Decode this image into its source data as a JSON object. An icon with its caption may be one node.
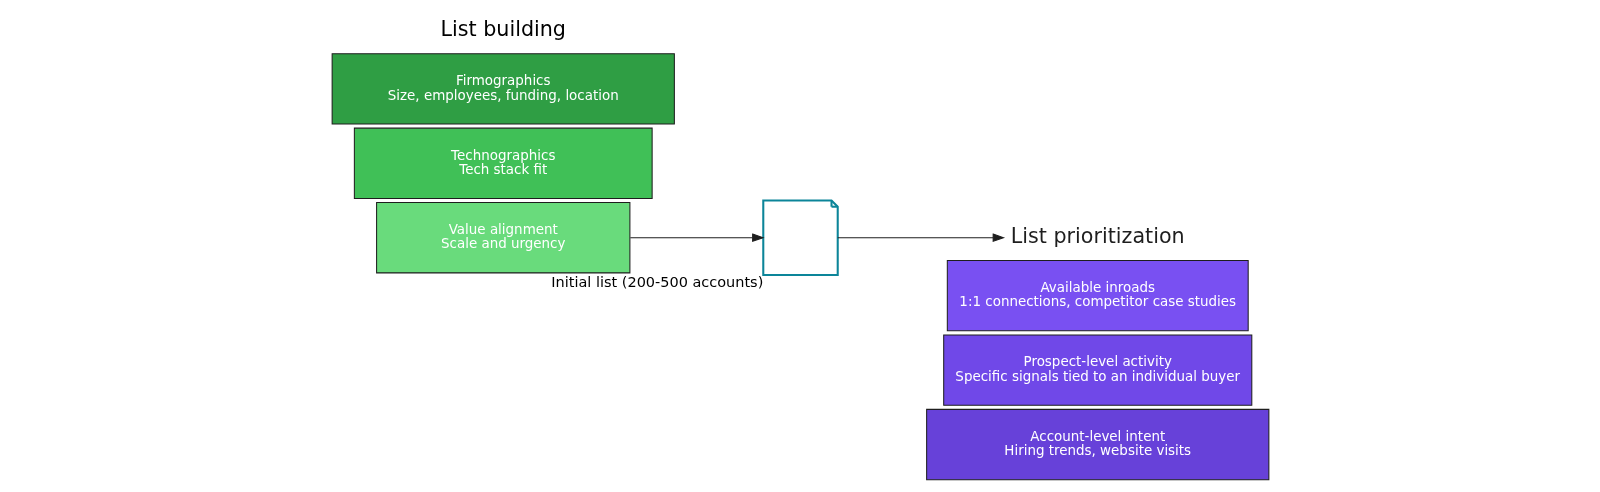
{
  "diagram": {
    "nodes": [
      {
        "text": [
          "Firmographics",
          "Size, employees, funding, location"
        ]
      },
      {
        "text": [
          "Technographics",
          "Tech stack fit"
        ]
      },
      {
        "text": [
          "Value alignment",
          "Scale and urgency"
        ]
      },
      {
        "text": [],
        "shape": "picture",
        "beside": [
          "Initial list (200-500 accounts)"
        ]
      },
      {
        "text": [
          "List prioritization"
        ]
      },
      {
        "text": [
          "Available inroads",
          "1:1 connections, competitor case studies"
        ]
      },
      {
        "text": [
          "Prospect-level activity",
          "Specific signals tied to an individual buyer"
        ]
      },
      {
        "text": [
          "Account-level intent",
          "Hiring trends, website visits"
        ]
      }
    ],
    "edges": [
      {
        "from": 2,
        "to": 3,
        "arrow": "to"
      },
      {
        "from": 3,
        "to": 4,
        "arrow": "to"
      }
    ],
    "labels": [
      "List building"
    ]
  }
}
